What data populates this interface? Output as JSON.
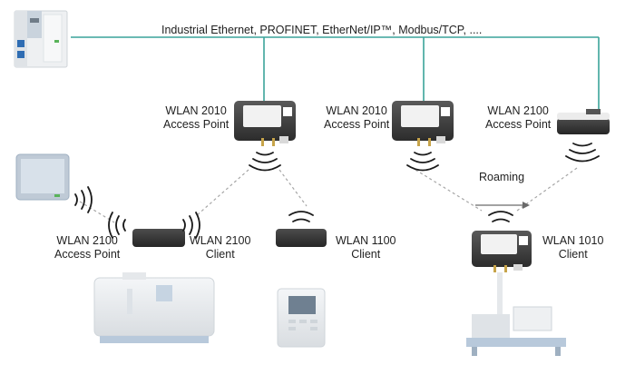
{
  "network": {
    "bus_label": "Industrial Ethernet, PROFINET, EtherNet/IP™, Modbus/TCP, ....",
    "roaming_label": "Roaming"
  },
  "devices": [
    {
      "model": "WLAN 2010",
      "role": "Access Point"
    },
    {
      "model": "WLAN 2010",
      "role": "Access Point"
    },
    {
      "model": "WLAN 2100",
      "role": "Access Point"
    },
    {
      "model": "WLAN 2100",
      "role": "Access Point"
    },
    {
      "model": "WLAN 2100",
      "role": "Client"
    },
    {
      "model": "WLAN 1100",
      "role": "Client"
    },
    {
      "model": "WLAN 1010",
      "role": "Client"
    }
  ],
  "colors": {
    "bus": "#3aa39a",
    "wireless_link": "#a6a6a6",
    "device_dark": "#3b3b3b",
    "label_panel": "#f2f2f2",
    "machine_light": "#e8ebee",
    "screen_blue": "#b8c9db"
  }
}
